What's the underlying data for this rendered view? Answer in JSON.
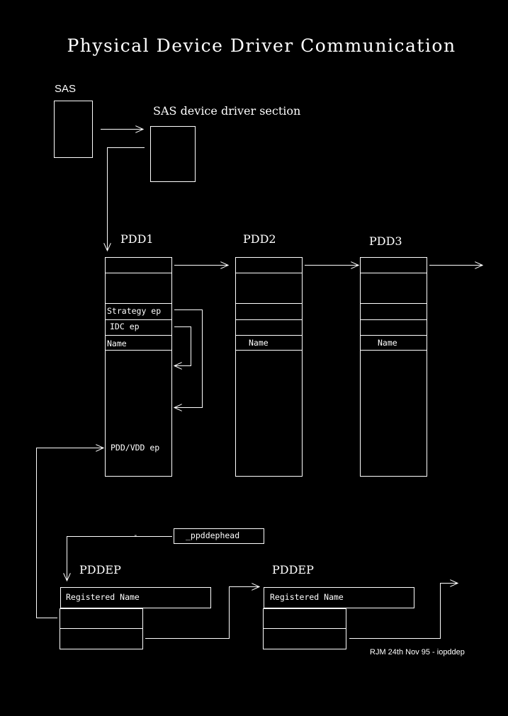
{
  "diagram": {
    "title": "Physical Device Driver Communication",
    "sas_label": "SAS",
    "sas_section_label": "SAS device driver section",
    "pdd1_label": "PDD1",
    "pdd2_label": "PDD2",
    "pdd3_label": "PDD3",
    "strategy_ep": "Strategy ep",
    "idc_ep": "IDC ep",
    "name_pdd1": "Name",
    "name_pdd2": "Name",
    "name_pdd3": "Name",
    "pdd_vdd_ep": "PDD/VDD ep",
    "head_dash": "-",
    "ppddephead": "_ppddephead",
    "pddep_label_1": "PDDEP",
    "pddep_label_2": "PDDEP",
    "registered_name_1": "Registered Name",
    "registered_name_2": "Registered Name",
    "footer": "RJM 24th Nov 95 - iopddep"
  },
  "colors": {
    "background": "#000000",
    "foreground": "#ffffff"
  }
}
